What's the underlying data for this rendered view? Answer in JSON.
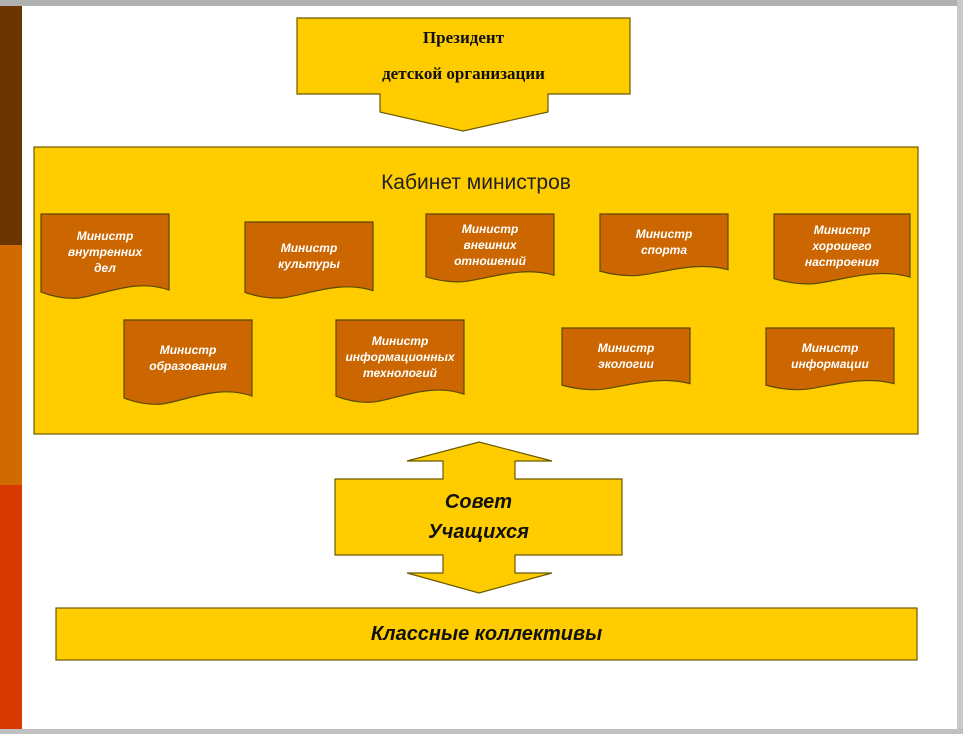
{
  "president": {
    "label": "Президент\nдетской организации"
  },
  "cabinet": {
    "title": "Кабинет министров"
  },
  "ministers": [
    {
      "label": "Министр\nвнутренних\nдел"
    },
    {
      "label": "Министр\nкультуры"
    },
    {
      "label": "Министр\nвнешних\nотношений"
    },
    {
      "label": "Министр\nспорта"
    },
    {
      "label": "Министр\nхорошего\nнастроения"
    },
    {
      "label": "Министр\nобразования"
    },
    {
      "label": "Министр\nинформационных\nтехнологий"
    },
    {
      "label": "Министр\nэкологии"
    },
    {
      "label": "Министр\nинформации"
    }
  ],
  "council": {
    "label": "Совет\nУчащихся"
  },
  "classes": {
    "label": "Классные коллективы"
  },
  "colors": {
    "box_fill": "#ffcc00",
    "minister_fill": "#cc6600",
    "outline": "#5a4a00"
  }
}
